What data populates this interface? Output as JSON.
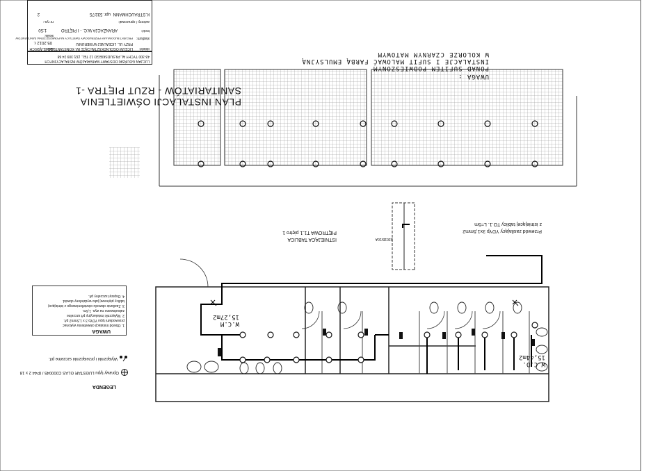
{
  "plan": {
    "title_line1": "PLAN INSTALACJI OŚWIETLENIA",
    "title_line2": "SANITARIATÓW - RZUT PIĘTRA -1"
  },
  "remark": {
    "heading": "UWAGA :",
    "line1": "PONAD SUFITEM PODWIESZONYM",
    "line2": "INSTALACJE I SUFIT MALOWAĆ FARBĄ EMULSYJNĄ",
    "line3": "W KOLORZE CZARNYM MATOWYM"
  },
  "panel": {
    "name_line1": "ISTNIEJĄCA TABLICA",
    "name_line2": "PIĘTROWA T1.1 piętro 1",
    "breaker": "S301B/10A",
    "cable_line1": "Przewód zasilający YDYp 3x1,5mm2",
    "cable_line2": "z istniejącej tablicy TO.1. L=5m"
  },
  "rooms": {
    "men_name": "W.C.M",
    "men_area": "15,27m2",
    "women_name": "W.C.D.",
    "women_area": "15,44m2"
  },
  "legend": {
    "heading": "LEGENDA",
    "item1": "Oprawy typu LUGSTAR GLAS C000045 / IP44 2 x 18",
    "item2": "Wyłączniki i przełączniki szczelne p/t."
  },
  "notes": {
    "heading": "UWAGA",
    "line1": "1. Obwód instalacji oświetlenia wykonać",
    "line2": "przewodami typu YDYp 3 x 1,5mm2 p/t.",
    "line3": "2. Wyłącznik instalacyjny p/t szczelne",
    "line4": "zabudowane na wys. 1,6m.",
    "line5": "3. Zasilanie obwodu oświetleniowego z istniejącej",
    "line6": "tablicy piętrowej jako wydzielony obwód.",
    "line7": "4. Osprzęt szczelny p/t."
  },
  "titleblock": {
    "company_line1": "LUCJAN GOLIŃSKI DOSTAWY MATERIAŁÓW INSTALACYJNYCH",
    "company_line2": "43-300 TYCHY AL.PIŁSUDSKIEGO 12 TEL. (32) 309 24 68",
    "object_label": "obiekt:",
    "object_line1": "LICEUM OGÓLNOKSZTAŁCĄCE IM. KONSTANTEGO ŚLĄSKICH",
    "object_line2": "PRZY UL. LICEALNEJ W BIERUNIU",
    "stage_label": "stadium:",
    "stage": "PROJEKT BUDOWLANY PRZEBUDOWY ŚWIETLICY NA POMIESZCZENIA SANITARIATÓW",
    "content_label": "treść:",
    "content": "ARANŻACJA W.C. - I PIĘTRO",
    "date_label": "data:",
    "date": "05.2012 r.",
    "scale_label": "skala:",
    "scale": "1:50",
    "designer_label": "autorzy / opracował:",
    "designer": "K.STRAUCHMANN",
    "license": "upr. 532/75",
    "sheet_label": "nr rys.:",
    "sheet": "2"
  }
}
